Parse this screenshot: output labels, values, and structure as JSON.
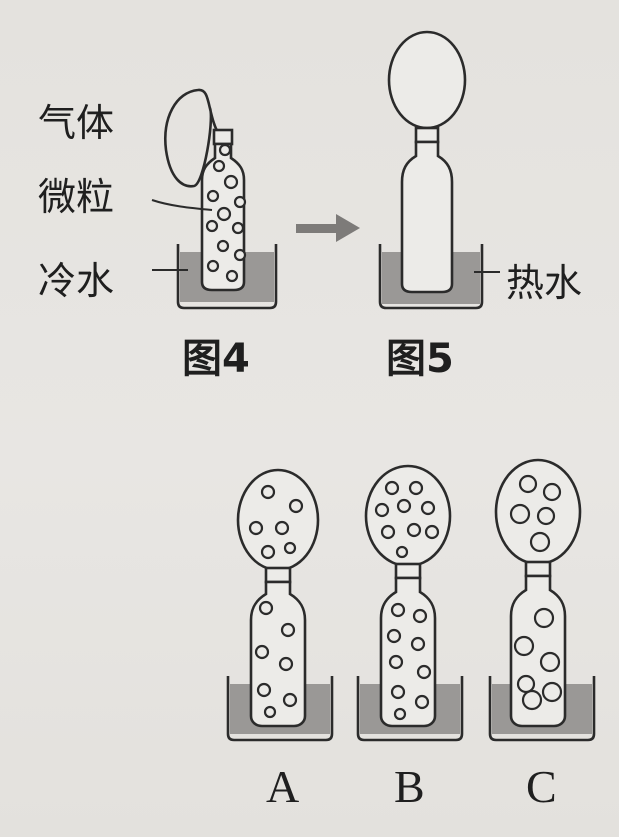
{
  "labels": {
    "gas": "气体",
    "particle": "微粒",
    "cold_water": "冷水",
    "hot_water": "热水"
  },
  "figures": {
    "fig4": "图4",
    "fig5": "图5"
  },
  "options": {
    "a": "A",
    "b": "B",
    "c": "C"
  },
  "colors": {
    "ink": "#2b2b2b",
    "water": "#9a9896",
    "arrow": "#7d7b79",
    "paper": "#e6e4e1"
  },
  "icons": {
    "arrow": "right-arrow-icon"
  }
}
